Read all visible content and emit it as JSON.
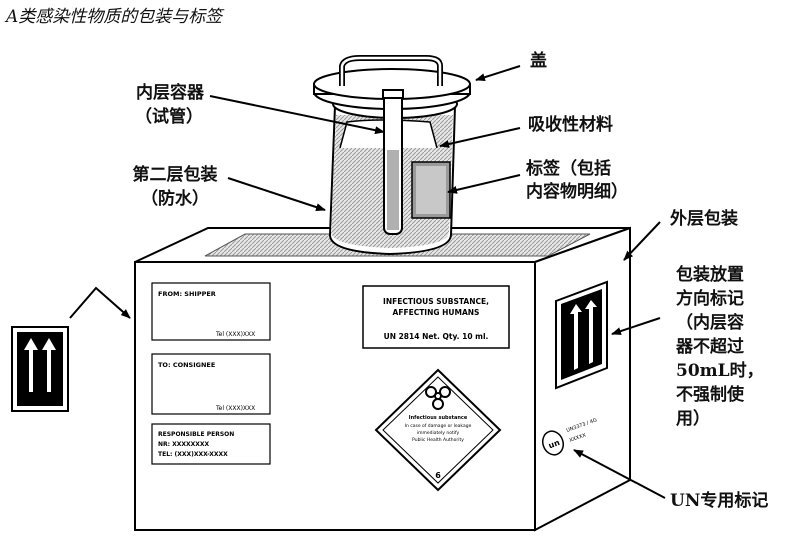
{
  "title": "A类感染性物质的包装与标签",
  "labels": {
    "lid": "盖",
    "inner_line1": "内层容器",
    "inner_line2": "（试管）",
    "absorbent": "吸收性材料",
    "label_line1": "标签（包括",
    "label_line2": "内容物明细）",
    "secondary_line1": "第二层包装",
    "secondary_line2": "（防水）",
    "outer": "外层包装",
    "orient_line1": "包装放置",
    "orient_line2": "方向标记",
    "orient_line3": "（内层容",
    "orient_line4": "器不超过",
    "orient_line5": "50mL时，",
    "orient_line6": "不强制使",
    "orient_line7": "用）",
    "un": "UN专用标记"
  },
  "box_text": {
    "from": "FROM: SHIPPER",
    "to": "TO: CONSIGNEE",
    "tel1": "Tel (XXX)XXX",
    "tel2": "Tel (XXX)XXX",
    "resp1": "RESPONSIBLE PERSON",
    "resp2": "NR: XXXXXXXX",
    "resp3": "TEL: (XXX)XXX-XXXX",
    "inf1": "INFECTIOUS SUBSTANCE,",
    "inf2": "AFFECTING HUMANS",
    "un_line": "UN 2814   Net. Qty. 10 ml.",
    "bio1": "Infectious substance",
    "bio2": "In case of damage or leakage",
    "bio3": "immediately notify",
    "bio4": "Public Health Authority",
    "bio_num": "6",
    "un_side1": "UN3373 / 4G",
    "un_side2": "XXXXX"
  }
}
